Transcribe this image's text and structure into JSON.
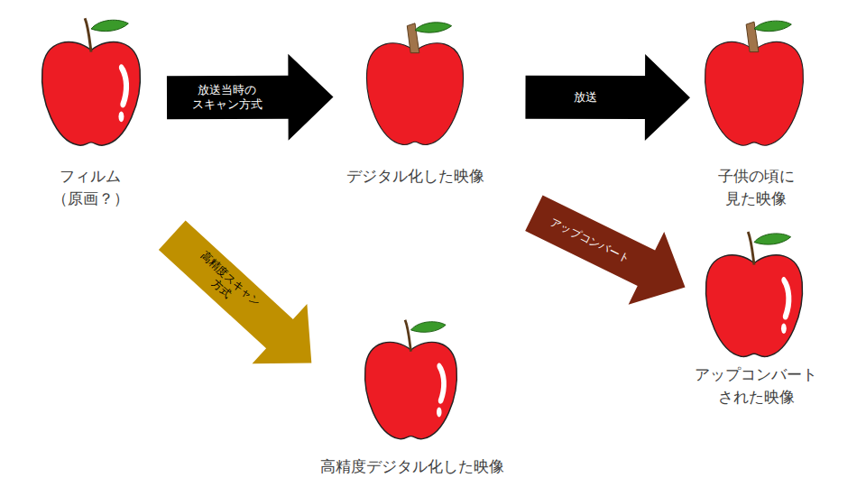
{
  "diagram": {
    "nodes": [
      {
        "text": [
          "フィルム （原画？）"
        ]
      },
      {
        "text": [
          "デジタル化した映像"
        ]
      },
      {
        "text": [
          "子供の頃に 見た映像"
        ]
      },
      {
        "text": [
          "アップコンバート された映像"
        ]
      },
      {
        "text": [
          "高精度デジタル化した映像"
        ]
      }
    ],
    "edges": [
      {
        "from": 0,
        "to": 1,
        "arrow": "to",
        "label": "放送当時の スキャン方式"
      },
      {
        "from": 1,
        "to": 2,
        "arrow": "to",
        "label": "放送"
      },
      {
        "from": 1,
        "to": 3,
        "arrow": "to",
        "label": "アップコンバート"
      },
      {
        "from": 0,
        "to": 4,
        "arrow": "to",
        "label": "高精度スキャン 方式"
      }
    ]
  }
}
